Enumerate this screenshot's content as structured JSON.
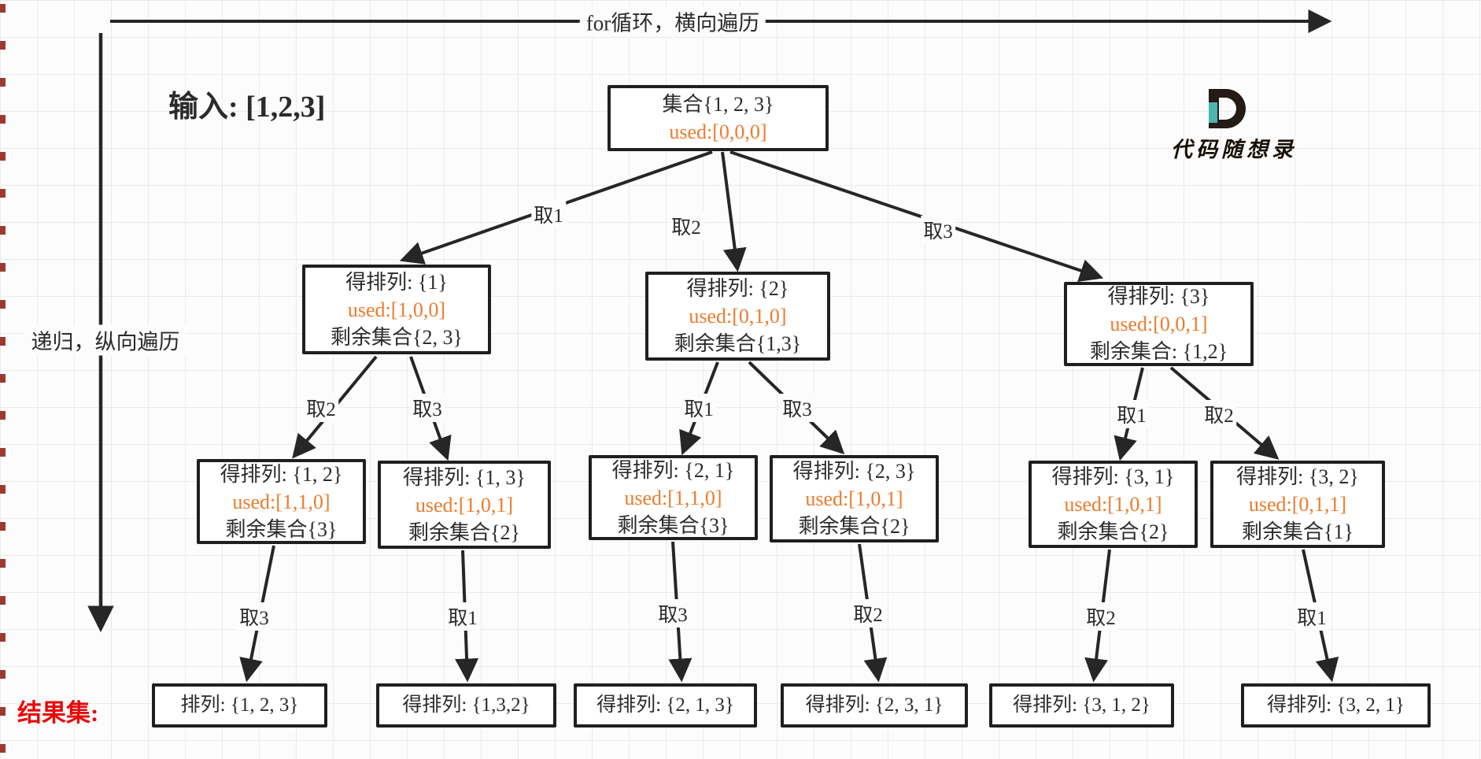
{
  "header": {
    "top_arrow_label": "for循环，横向遍历",
    "left_arrow_label": "递归，纵向遍历",
    "input_label": "输入: [1,2,3]"
  },
  "logo": {
    "letter": "D",
    "name": "代码随想录"
  },
  "tree": {
    "root": {
      "title": "集合{1, 2, 3}",
      "used": "used:[0,0,0]"
    },
    "level2": [
      {
        "perm": "得排列: {1}",
        "used": "used:[1,0,0]",
        "rest": "剩余集合{2, 3}"
      },
      {
        "perm": "得排列: {2}",
        "used": "used:[0,1,0]",
        "rest": "剩余集合{1,3}"
      },
      {
        "perm": "得排列: {3}",
        "used": "used:[0,0,1]",
        "rest": "剩余集合: {1,2}"
      }
    ],
    "level3": [
      {
        "perm": "得排列: {1, 2}",
        "used": "used:[1,1,0]",
        "rest": "剩余集合{3}"
      },
      {
        "perm": "得排列: {1, 3}",
        "used": "used:[1,0,1]",
        "rest": "剩余集合{2}"
      },
      {
        "perm": "得排列: {2, 1}",
        "used": "used:[1,1,0]",
        "rest": "剩余集合{3}"
      },
      {
        "perm": "得排列: {2, 3}",
        "used": "used:[1,0,1]",
        "rest": "剩余集合{2}"
      },
      {
        "perm": "得排列: {3, 1}",
        "used": "used:[1,0,1]",
        "rest": "剩余集合{2}"
      },
      {
        "perm": "得排列: {3, 2}",
        "used": "used:[0,1,1]",
        "rest": "剩余集合{1}"
      }
    ],
    "edge_labels": [
      "取1",
      "取2",
      "取3",
      "取2",
      "取3",
      "取1",
      "取3",
      "取1",
      "取2",
      "取3",
      "取1",
      "取3",
      "取2",
      "取2",
      "取1"
    ],
    "results_label": "结果集:",
    "results": [
      "排列: {1, 2, 3}",
      "得排列: {1,3,2}",
      "得排列: {2, 1, 3}",
      "得排列: {2, 3, 1}",
      "得排列: {3, 1, 2}",
      "得排列: {3, 2, 1}"
    ]
  },
  "colors": {
    "used_text": "#ed7b2d",
    "result_label": "#e60a0a",
    "line": "#262626",
    "logo_accent": "#4ab5b1",
    "grid": "#ebebeb"
  }
}
